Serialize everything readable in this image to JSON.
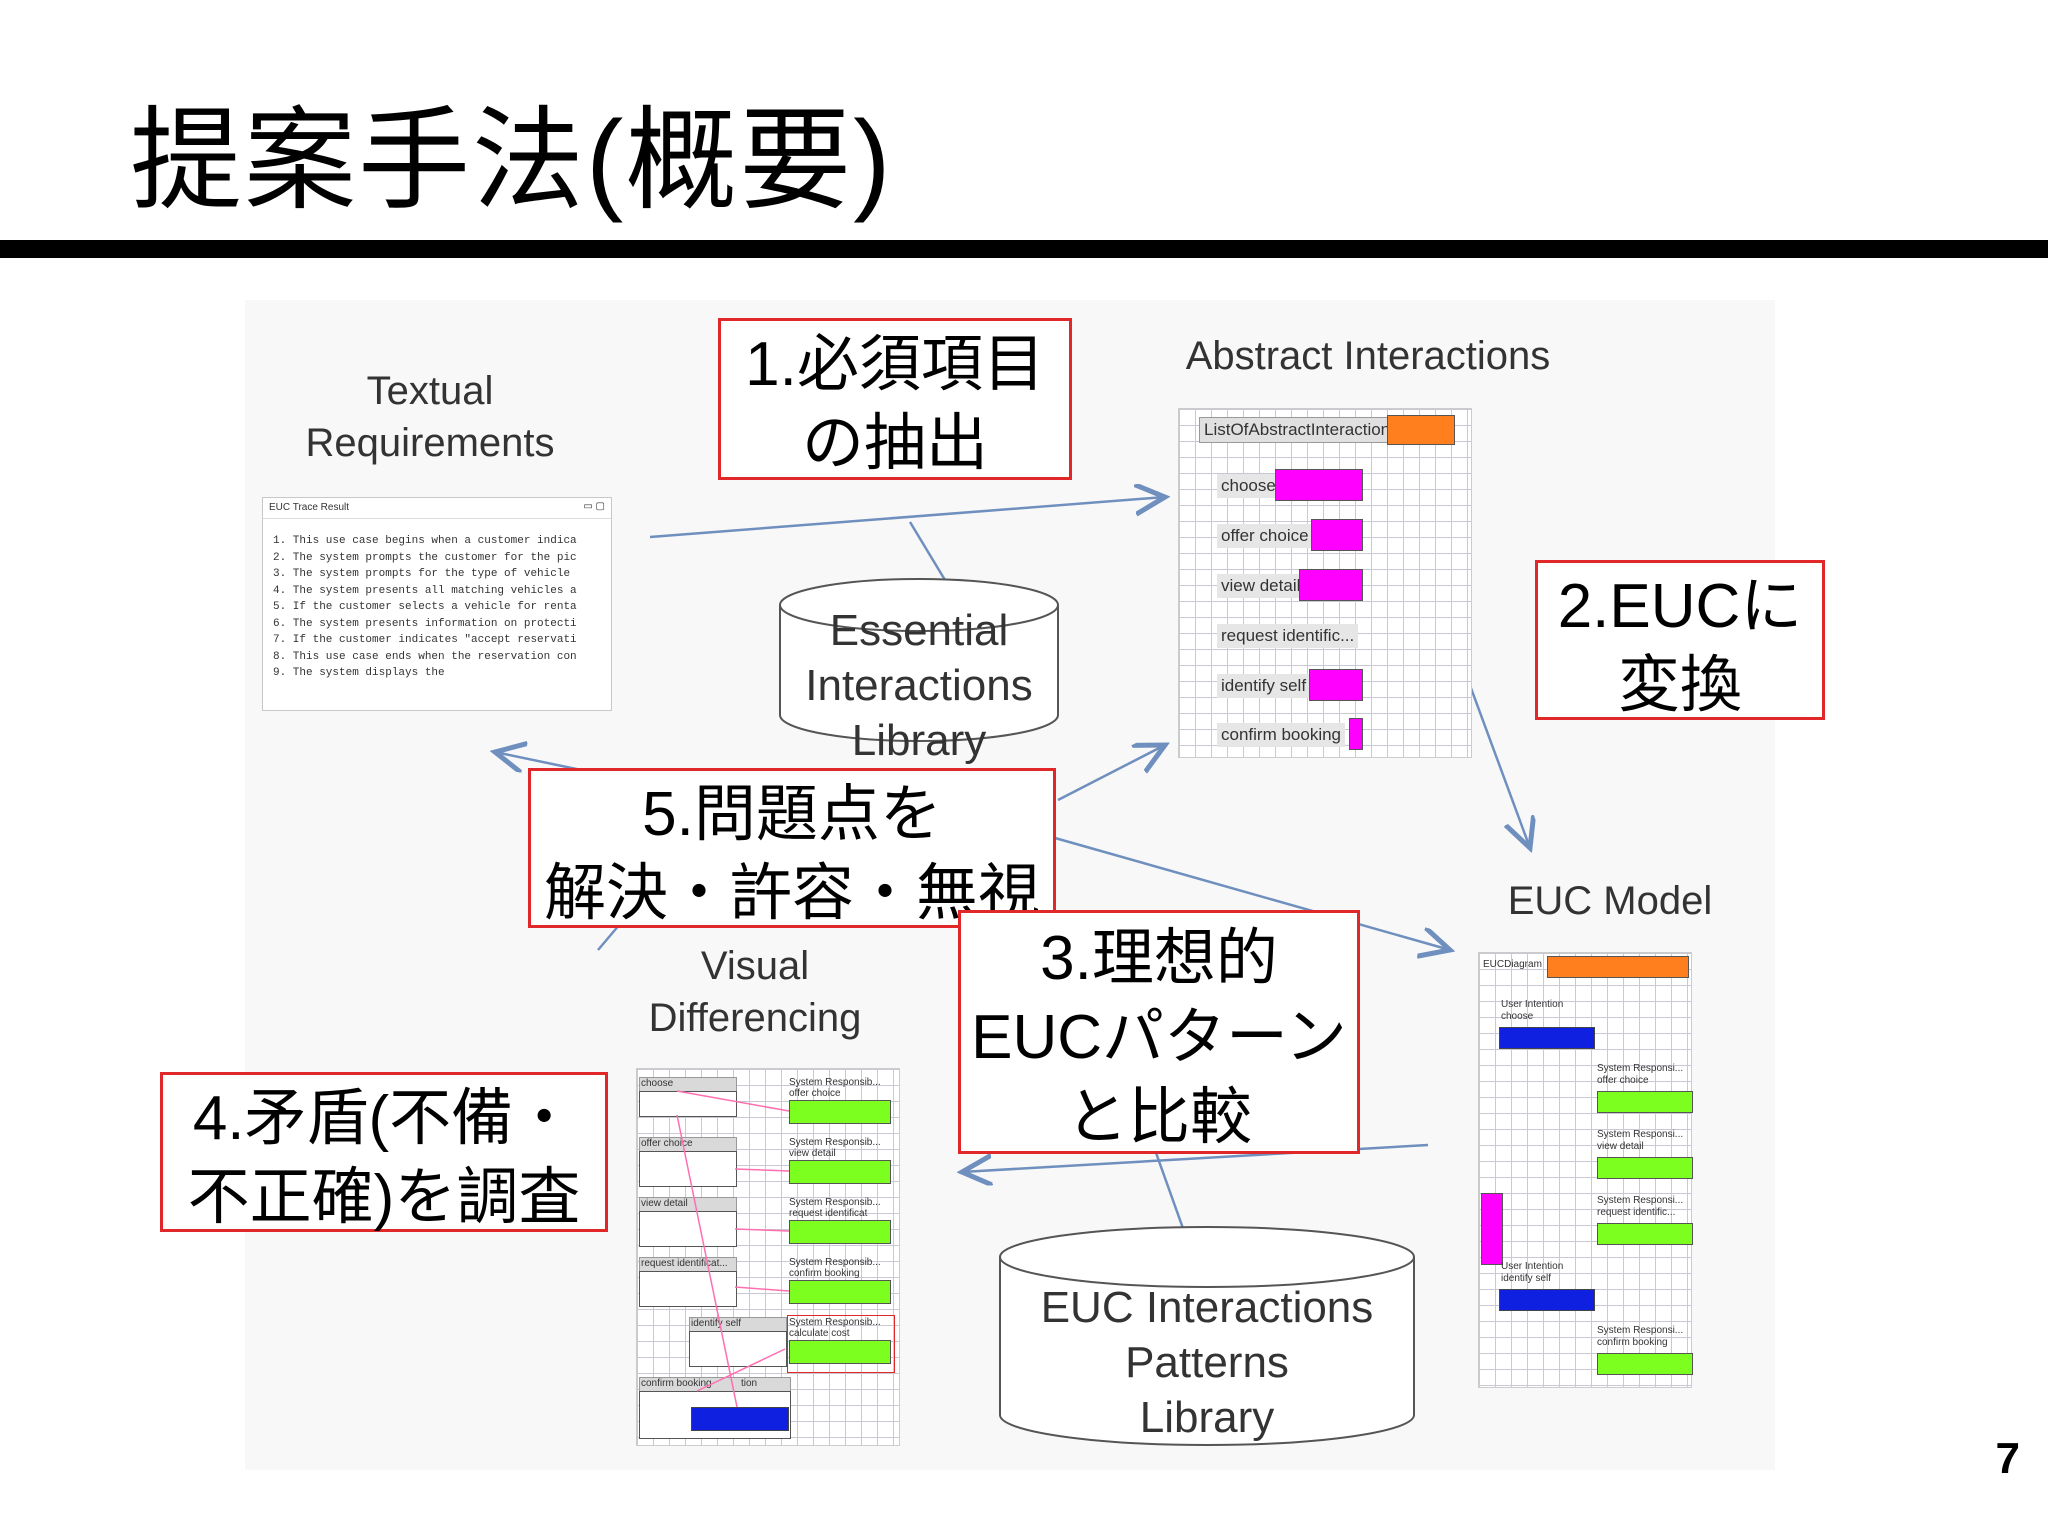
{
  "slide": {
    "title": "提案手法(概要)",
    "page_number": "7"
  },
  "steps": {
    "step1": [
      "1.必須項目",
      "の抽出"
    ],
    "step2": [
      "2.EUCに",
      "変換"
    ],
    "step3": [
      "3.理想的",
      "EUCパターン",
      "と比較"
    ],
    "step4": [
      "4.矛盾(不備・",
      "不正確)を調査"
    ],
    "step5": [
      "5.問題点を",
      "解決・許容・無視"
    ]
  },
  "labels": {
    "textual_requirements": [
      "Textual",
      "Requirements"
    ],
    "abstract_interactions": "Abstract Interactions",
    "euc_model": "EUC Model",
    "visual_differencing": [
      "Visual",
      "Differencing"
    ]
  },
  "libraries": {
    "essential": [
      "Essential",
      "Interactions",
      "Library"
    ],
    "euc_patterns": [
      "EUC Interactions",
      "Patterns",
      "Library"
    ]
  },
  "textual_window": {
    "tab_title": "EUC Trace Result",
    "lines": [
      "1.  This use case begins when a customer indica",
      "2.  The system prompts the customer for the pic",
      "3.  The system prompts for the type of vehicle",
      "4.  The system presents all matching vehicles a",
      "5.  If the customer selects a vehicle for renta",
      "6.  The system presents information on protecti",
      "7.  If the customer indicates \"accept reservati",
      "8.  This use case ends when the reservation con",
      "9. The system displays the"
    ]
  },
  "abstract_diagram": {
    "header": "ListOfAbstractInteraction",
    "items": [
      "choose",
      "offer choice",
      "view detail",
      "request identific...",
      "identify self",
      "confirm booking"
    ]
  },
  "euc_model_diagram": {
    "header": "EUCDiagram",
    "user_intentions": [
      {
        "title": "User Intention",
        "label": "choose"
      },
      {
        "title": "User Intention",
        "label": "identify self"
      }
    ],
    "system_responsibilities": [
      {
        "title": "System Responsi...",
        "label": "offer choice"
      },
      {
        "title": "System Responsi...",
        "label": "view detail"
      },
      {
        "title": "System Responsi...",
        "label": "request identific..."
      },
      {
        "title": "System Responsi...",
        "label": "confirm booking"
      }
    ]
  },
  "visual_diff_diagram": {
    "left_items": [
      "choose",
      "offer choice",
      "view detail",
      "request identificat...",
      "identify self",
      "confirm booking",
      "tion"
    ],
    "choose_label": "choose",
    "right_items": [
      {
        "title": "System Responsib...",
        "label": "offer choice"
      },
      {
        "title": "System Responsib...",
        "label": "view detail"
      },
      {
        "title": "System Responsib...",
        "label": "request identificat"
      },
      {
        "title": "System Responsib...",
        "label": "confirm booking"
      },
      {
        "title": "System Responsib...",
        "label": "calculate cost"
      }
    ]
  },
  "colors": {
    "box_border": "#e0282b",
    "arrow": "#6f8fbf",
    "magenta": "#ff00ff",
    "orange": "#ff7f1e",
    "green": "#7cff1e",
    "blue": "#1020e0"
  }
}
